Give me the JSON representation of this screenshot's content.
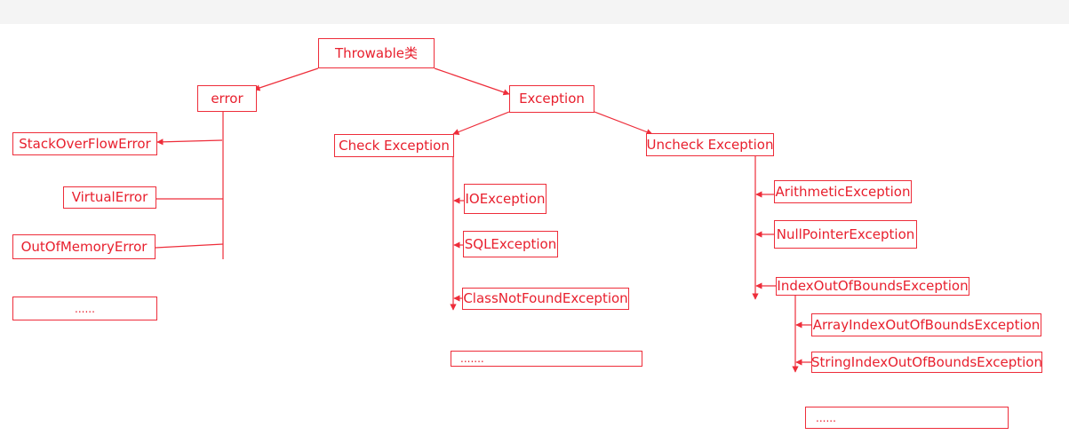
{
  "diagram": {
    "root": "Throwable类",
    "branches": {
      "error": {
        "label": "error",
        "children": [
          "StackOverFlowError",
          "VirtualError",
          "OutOfMemoryError"
        ],
        "more": "......"
      },
      "exception": {
        "label": "Exception",
        "checked": {
          "label": "Check Exception",
          "children": [
            "IOException",
            "SQLException",
            "ClassNotFoundException"
          ],
          "more": "......."
        },
        "unchecked": {
          "label": "Uncheck Exception",
          "children": [
            "ArithmeticException",
            "NullPointerException",
            "IndexOutOfBoundsException"
          ],
          "index_children": [
            "ArrayIndexOutOfBoundsException",
            "StringIndexOutOfBoundsException"
          ],
          "more": "......"
        }
      }
    }
  },
  "colors": {
    "line": "#ee2d3a",
    "text": "#e8202e",
    "toolbar": "#f4f4f4"
  }
}
